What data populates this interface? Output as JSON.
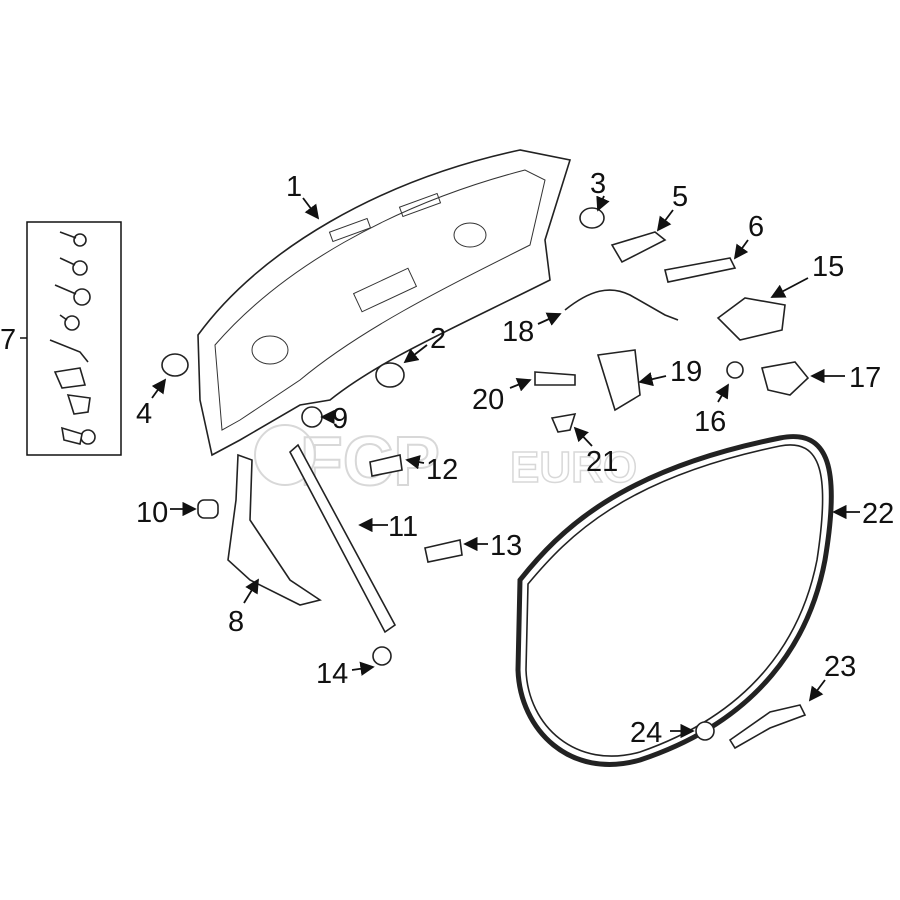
{
  "watermark": {
    "brand": "FCP",
    "suffix": "EURO"
  },
  "callouts": [
    {
      "id": "1",
      "label": "1"
    },
    {
      "id": "2",
      "label": "2"
    },
    {
      "id": "3",
      "label": "3"
    },
    {
      "id": "4",
      "label": "4"
    },
    {
      "id": "5",
      "label": "5"
    },
    {
      "id": "6",
      "label": "6"
    },
    {
      "id": "7",
      "label": "7"
    },
    {
      "id": "8",
      "label": "8"
    },
    {
      "id": "9",
      "label": "9"
    },
    {
      "id": "10",
      "label": "10"
    },
    {
      "id": "11",
      "label": "11"
    },
    {
      "id": "12",
      "label": "12"
    },
    {
      "id": "13",
      "label": "13"
    },
    {
      "id": "14",
      "label": "14"
    },
    {
      "id": "15",
      "label": "15"
    },
    {
      "id": "16",
      "label": "16"
    },
    {
      "id": "17",
      "label": "17"
    },
    {
      "id": "18",
      "label": "18"
    },
    {
      "id": "19",
      "label": "19"
    },
    {
      "id": "20",
      "label": "20"
    },
    {
      "id": "21",
      "label": "21"
    },
    {
      "id": "22",
      "label": "22"
    },
    {
      "id": "23",
      "label": "23"
    },
    {
      "id": "24",
      "label": "24"
    }
  ]
}
